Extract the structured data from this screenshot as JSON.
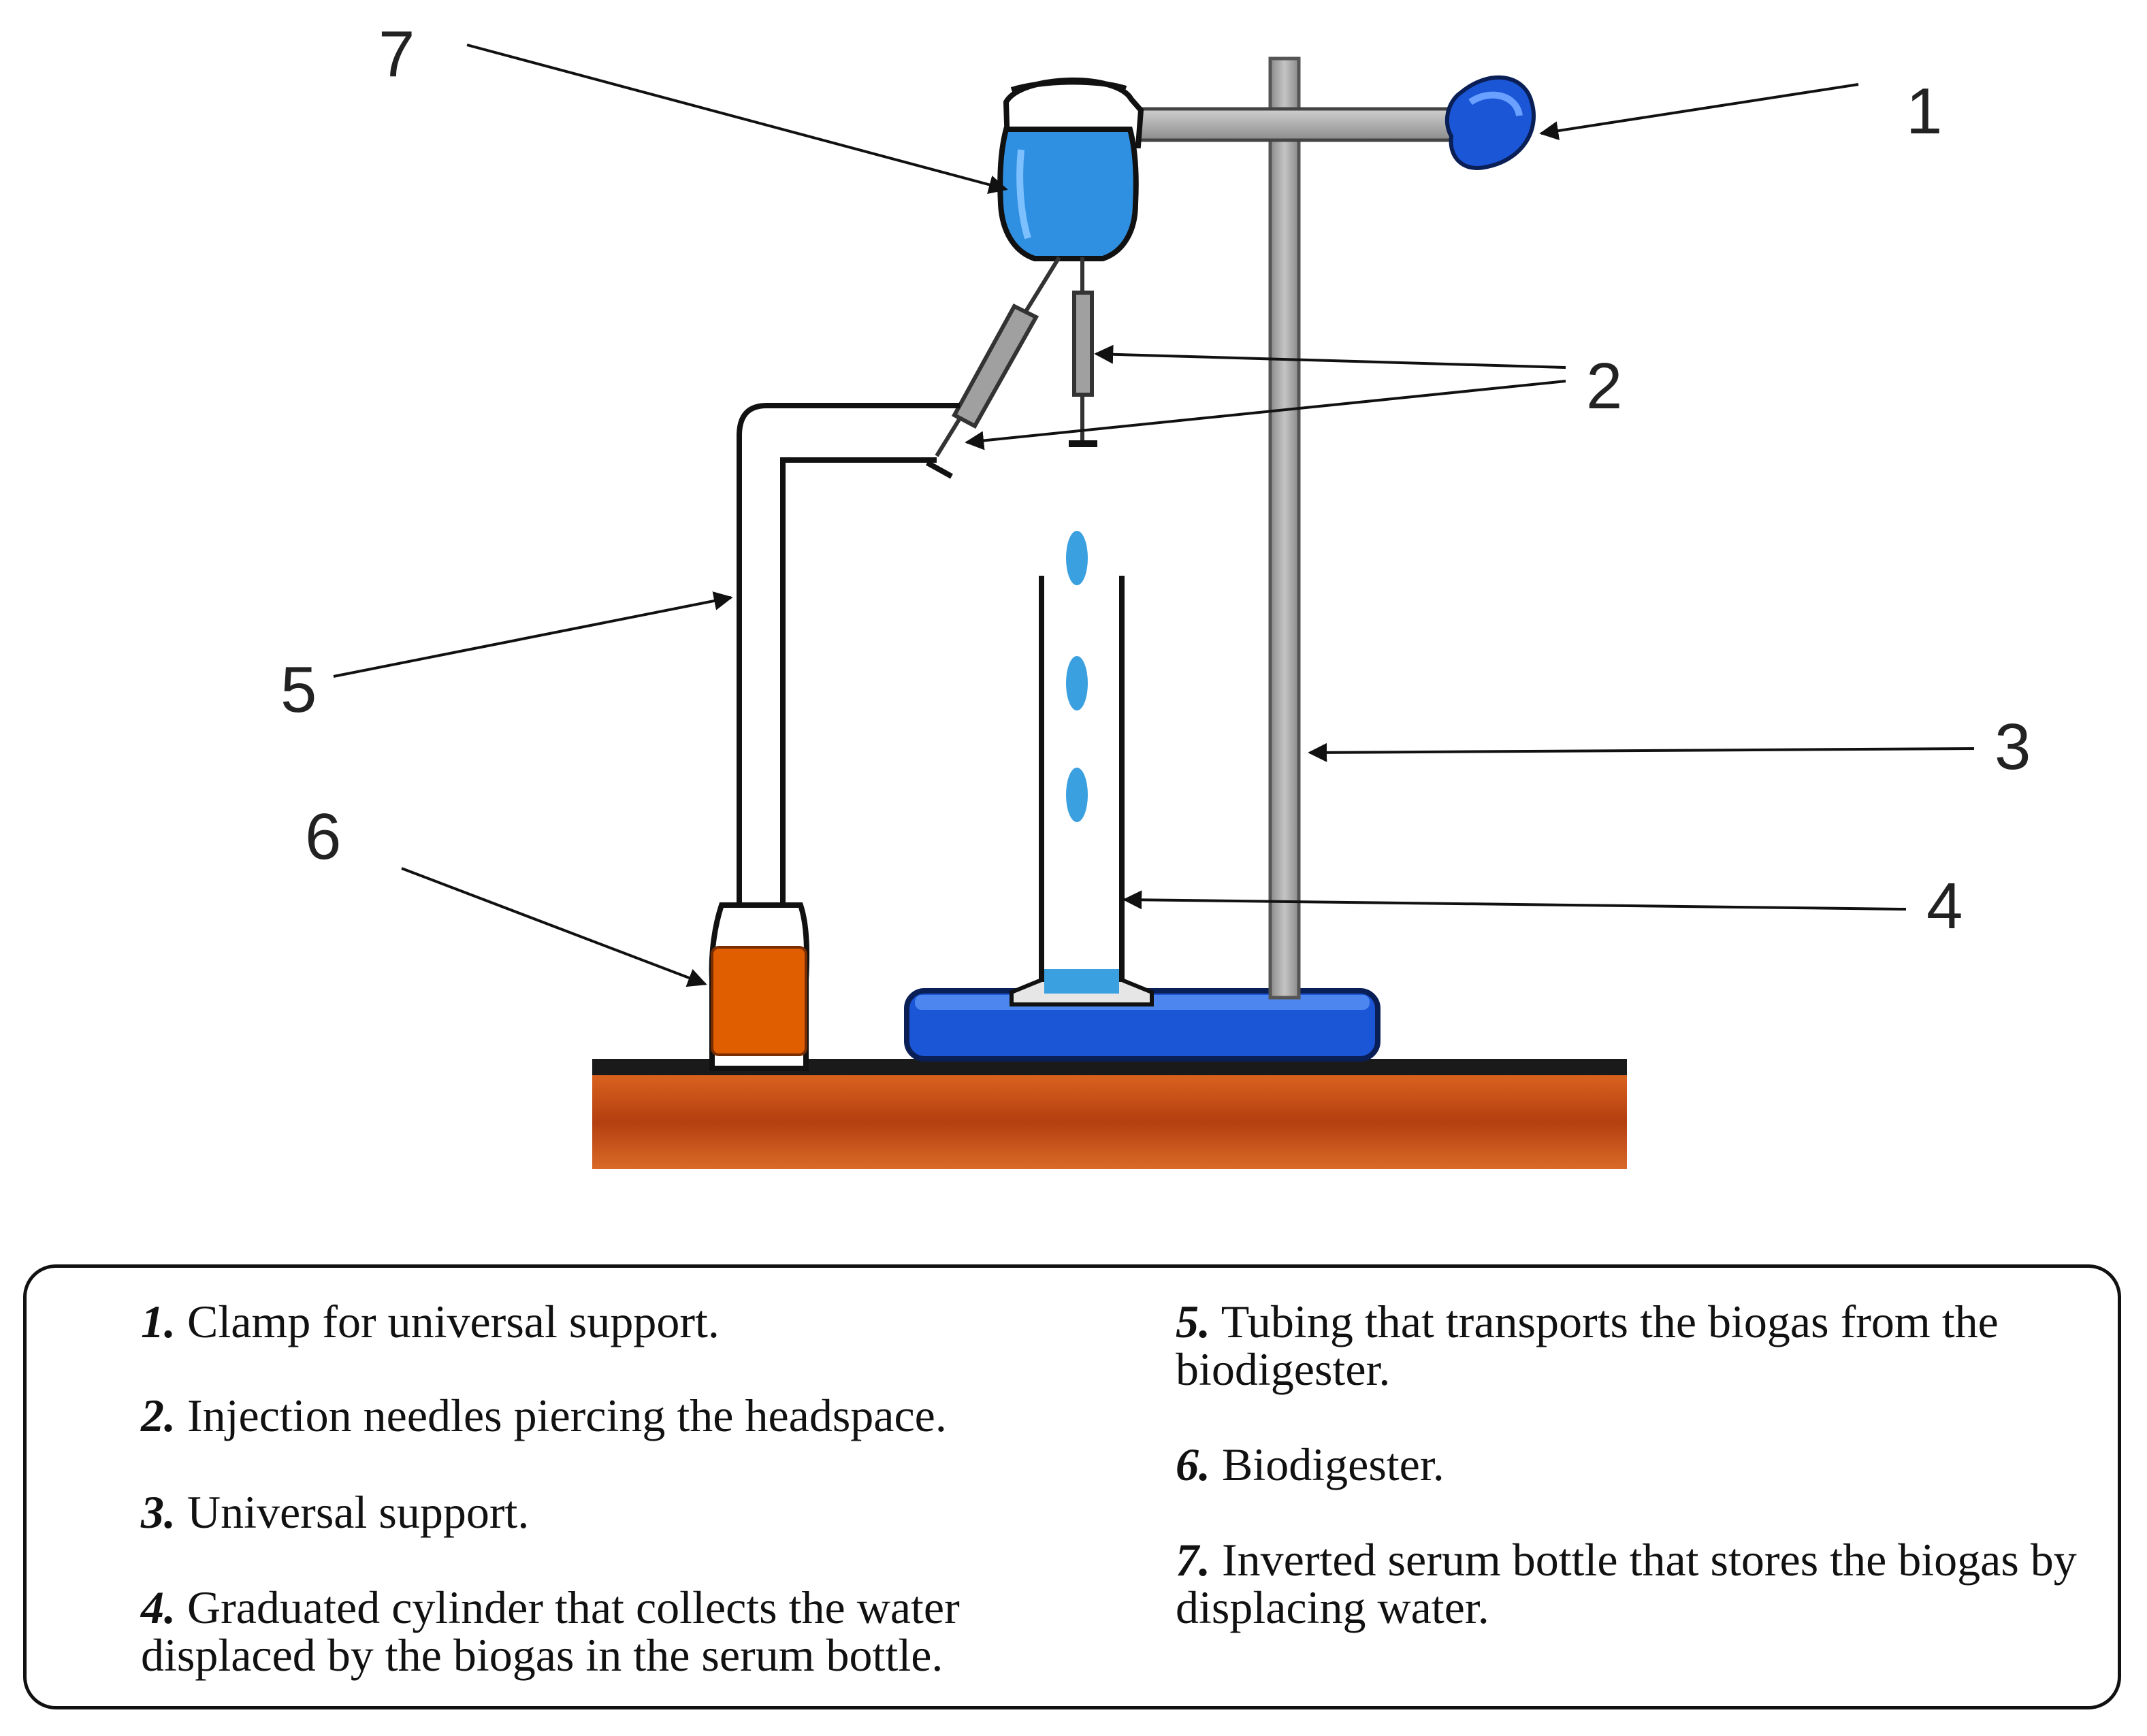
{
  "callouts": [
    "1",
    "2",
    "3",
    "4",
    "5",
    "6",
    "7"
  ],
  "legend": {
    "items": [
      {
        "num": "1.",
        "text": "Clamp for universal support."
      },
      {
        "num": "2.",
        "text": "Injection needles piercing the headspace."
      },
      {
        "num": "3.",
        "text": "Universal support."
      },
      {
        "num": "4.",
        "text": "Graduated cylinder that collects the water displaced by the biogas in the serum bottle."
      },
      {
        "num": "5.",
        "text": "Tubing that transports the biogas from the biodigester."
      },
      {
        "num": "6.",
        "text": "Biodigester."
      },
      {
        "num": "7.",
        "text": "Inverted serum bottle that stores the biogas by displacing water."
      }
    ]
  },
  "colors": {
    "table_top": "#c0521a",
    "table_edge": "#1a1a1a",
    "base": "#1a56d6",
    "bottle": "#2f8fe0",
    "biodigester": "#e05e00",
    "water": "#3aa0e0",
    "stand": "#a0a0a0"
  }
}
